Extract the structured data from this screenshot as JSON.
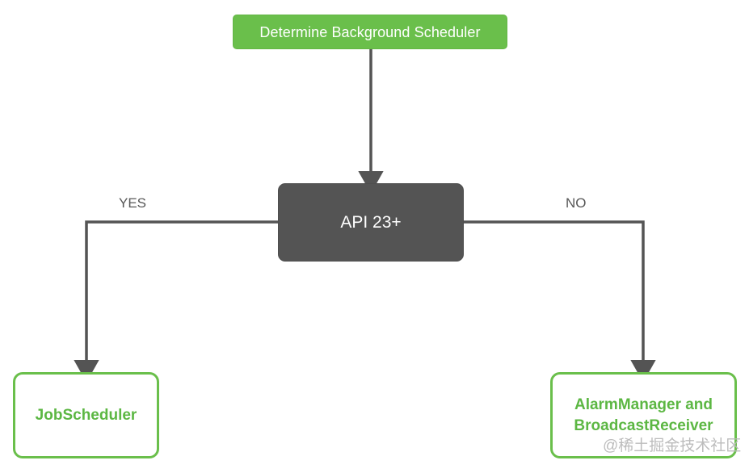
{
  "diagram": {
    "title": "Determine Background Scheduler",
    "type": "flowchart",
    "colors": {
      "green_fill": "#6ABF4B",
      "green_text": "#5CB743",
      "dark_fill": "#545454",
      "edge_stroke": "#545454",
      "label_text": "#575757",
      "node_text_light": "#FFFFFF",
      "background": "#FFFFFF",
      "watermark_text": "#B9B9B9"
    },
    "nodes": [
      {
        "id": "start",
        "label": "Determine Background Scheduler",
        "style": "green-filled"
      },
      {
        "id": "decision",
        "label": "API 23+",
        "style": "dark-filled"
      },
      {
        "id": "yes_out",
        "label": "JobScheduler",
        "style": "green-outline"
      },
      {
        "id": "no_out",
        "label_line1": "AlarmManager and",
        "label_line2": "BroadcastReceiver",
        "style": "green-outline"
      }
    ],
    "edges": [
      {
        "id": "start-to-decision",
        "from": "start",
        "to": "decision",
        "label": ""
      },
      {
        "id": "decision-to-yes",
        "from": "decision",
        "to": "yes_out",
        "label": "YES"
      },
      {
        "id": "decision-to-no",
        "from": "decision",
        "to": "no_out",
        "label": "NO"
      }
    ],
    "edge_labels": {
      "yes": "YES",
      "no": "NO"
    }
  },
  "watermark": {
    "text": "@稀土掘金技术社区"
  }
}
